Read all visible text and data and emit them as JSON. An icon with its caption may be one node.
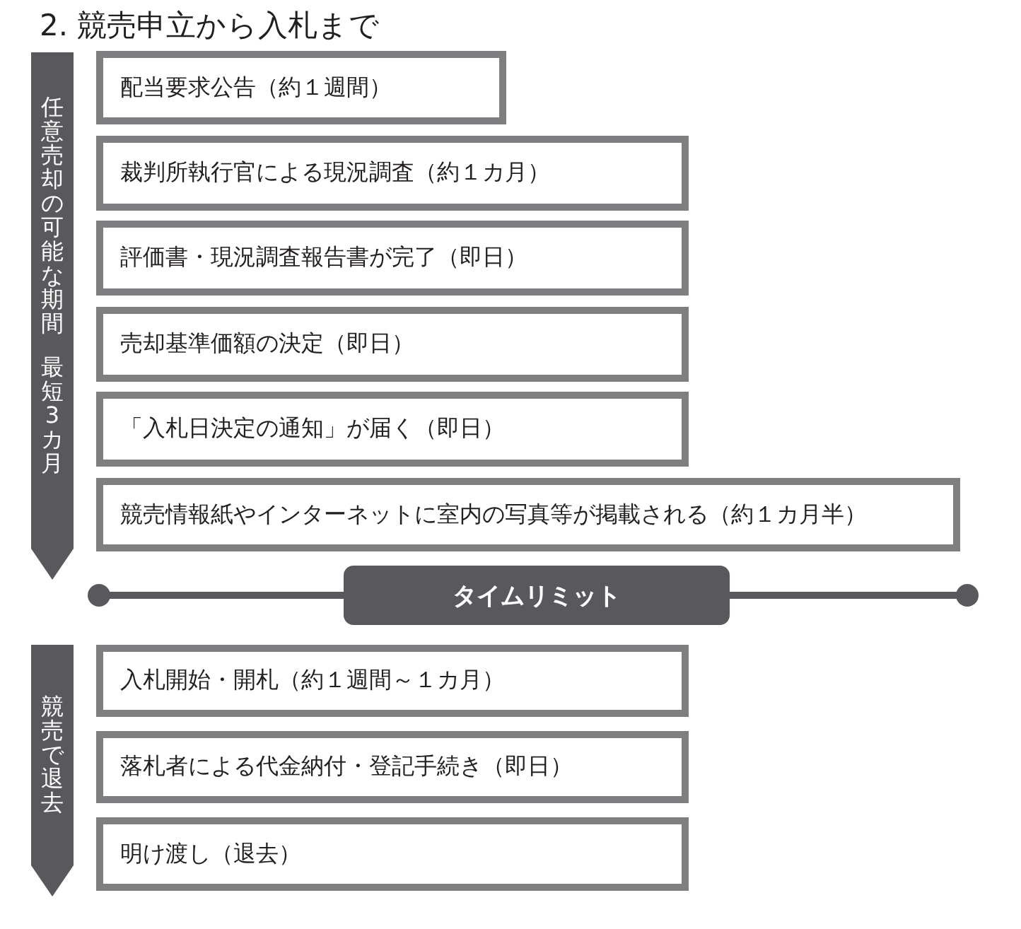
{
  "diagram": {
    "title": "2. 競売申立から入札まで",
    "nodes": [
      {
        "text": [
          "任意売却の可能な期間",
          "最短3カ月"
        ]
      },
      {
        "text": [
          "配当要求公告（約１週間）"
        ]
      },
      {
        "text": [
          "裁判所執行官による現況調査（約１カ月）"
        ]
      },
      {
        "text": [
          "評価書・現況調査報告書が完了（即日）"
        ]
      },
      {
        "text": [
          "売却基準価額の決定（即日）"
        ]
      },
      {
        "text": [
          "「入札日決定の通知」が届く（即日）"
        ]
      },
      {
        "text": [
          "競売情報紙やインターネットに室内の写真等が掲載される（約１カ月半）"
        ]
      },
      {
        "text": [
          "タイムリミット"
        ]
      },
      {
        "text": [
          "競売で退去"
        ]
      },
      {
        "text": [
          "入札開始・開札（約１週間～１カ月）"
        ]
      },
      {
        "text": [
          "落札者による代金納付・登記手続き（即日）"
        ]
      },
      {
        "text": [
          "明け渡し（退去）"
        ]
      }
    ],
    "edges": []
  }
}
